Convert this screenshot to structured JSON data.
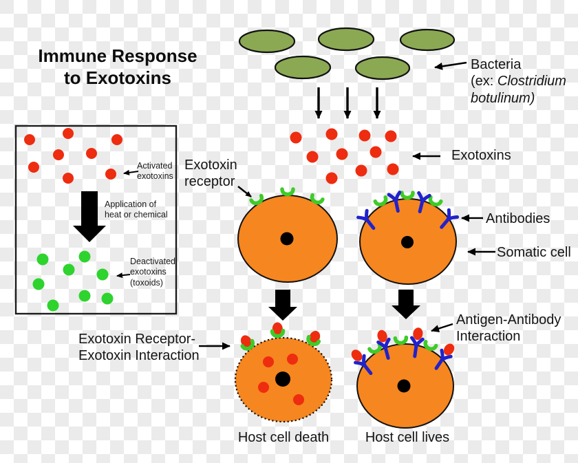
{
  "title": {
    "line1": "Immune Response",
    "line2": "to Exotoxins"
  },
  "labels": {
    "bacteria_name": "Bacteria",
    "bacteria_ex_prefix": "(ex: ",
    "bacteria_species": "Clostridium botulinum)",
    "exotoxins": "Exotoxins",
    "exotoxin_receptor": "Exotoxin receptor",
    "antibodies": "Antibodies",
    "somatic_cell": "Somatic cell",
    "receptor_interaction_line1": "Exotoxin Receptor-",
    "receptor_interaction_line2": "Exotoxin Interaction",
    "antigen_interaction_line1": "Antigen-Antibody",
    "antigen_interaction_line2": "Interaction",
    "host_cell_death": "Host cell death",
    "host_cell_lives": "Host cell lives"
  },
  "inset": {
    "activated_label": "Activated exotoxins",
    "process_label": "Application of heat or chemical",
    "deactivated_label": "Deactivated exotoxins (toxoids)"
  },
  "colors": {
    "bacteria_green": "#8ba953",
    "exotoxin_red": "#ee2c10",
    "toxoid_green": "#2ed32e",
    "cell_orange": "#f6861f",
    "receptor_green": "#3ecb28",
    "antibody_blue": "#2122cb",
    "line_black": "#000000",
    "checker_gray": "#ebebeb"
  }
}
